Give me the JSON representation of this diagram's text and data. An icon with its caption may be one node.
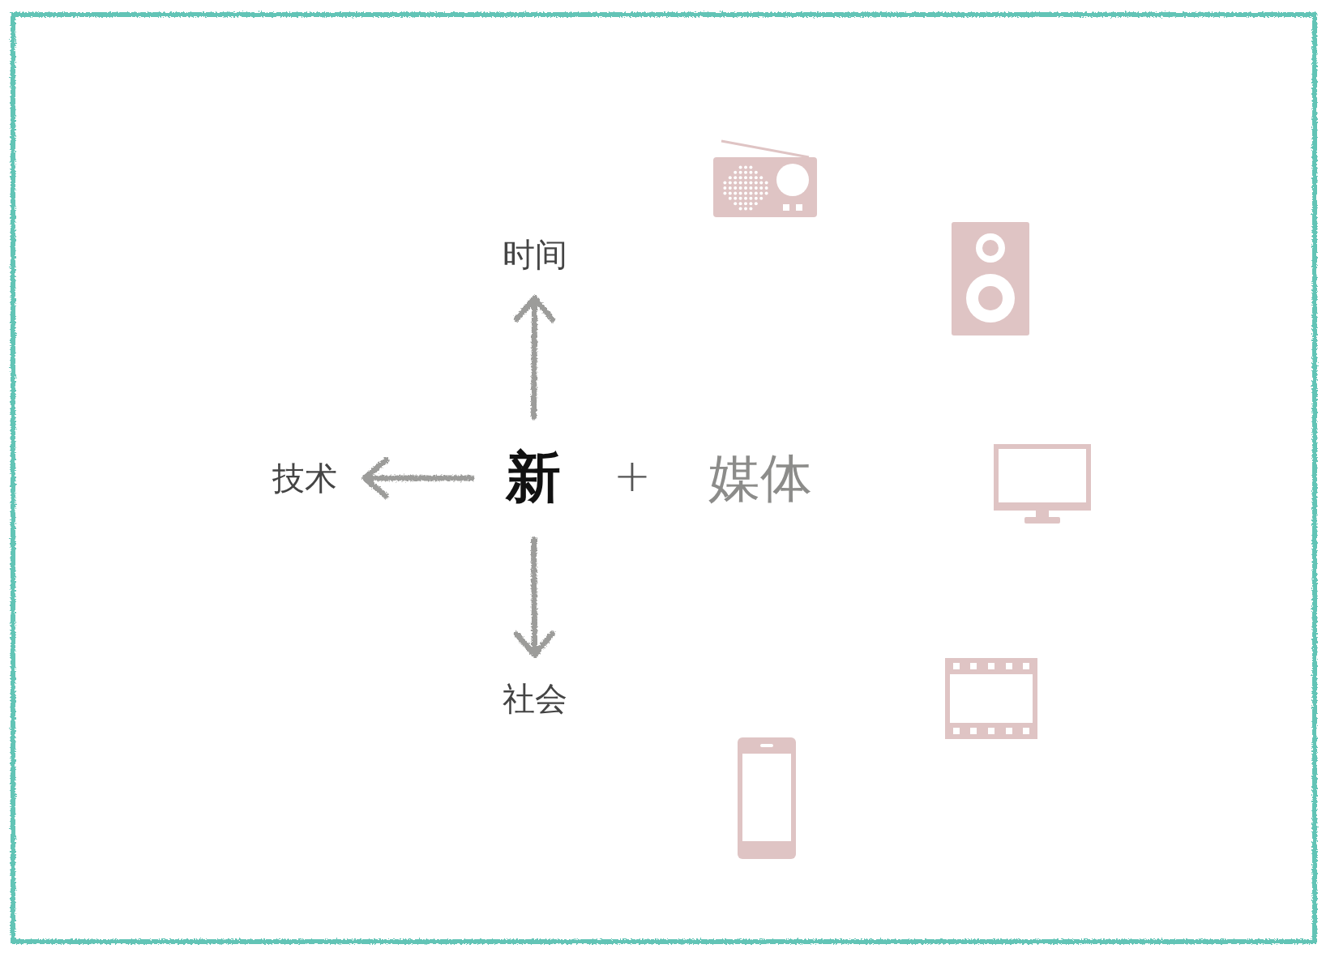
{
  "diagram": {
    "nodes": [
      {
        "text": [
          "新"
        ]
      },
      {
        "text": [
          "时间"
        ]
      },
      {
        "text": [
          "技术"
        ]
      },
      {
        "text": [
          "社会"
        ]
      },
      {
        "text": [
          "媒体"
        ]
      }
    ],
    "edges": [
      {
        "from": 0,
        "to": 1,
        "arrow": "to"
      },
      {
        "from": 0,
        "to": 2,
        "arrow": "to"
      },
      {
        "from": 0,
        "to": 3,
        "arrow": "to"
      }
    ],
    "labels": [
      "+"
    ]
  }
}
